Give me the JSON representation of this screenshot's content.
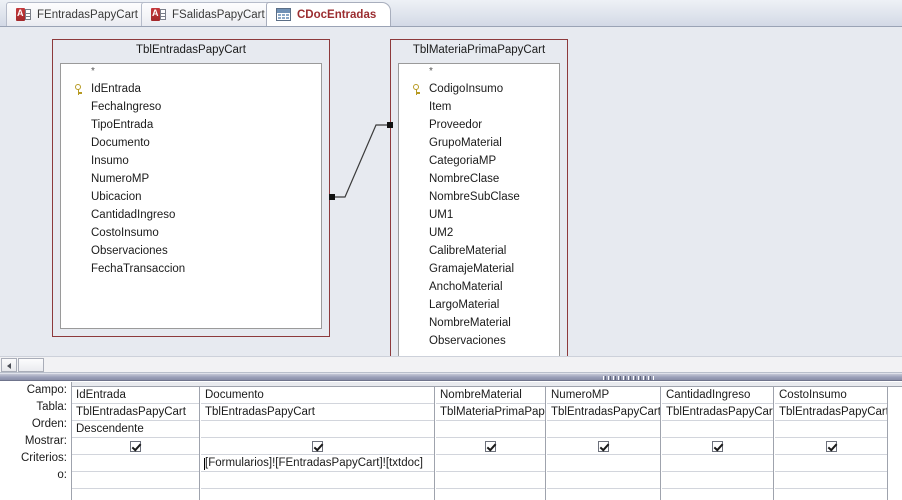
{
  "window": {
    "title": "CDocEntradas"
  },
  "tabs": [
    {
      "label": "FEntradasPapyCart",
      "icon": "access-form-icon",
      "active": false
    },
    {
      "label": "FSalidasPapyCart",
      "icon": "access-form-icon",
      "active": false
    },
    {
      "label": "CDocEntradas",
      "icon": "access-query-icon",
      "active": true
    }
  ],
  "design_pane": {
    "tables": [
      {
        "name": "TblEntradasPapyCart",
        "fields": [
          {
            "label": "*",
            "key": false,
            "star": true
          },
          {
            "label": "IdEntrada",
            "key": true,
            "star": false
          },
          {
            "label": "FechaIngreso",
            "key": false,
            "star": false
          },
          {
            "label": "TipoEntrada",
            "key": false,
            "star": false
          },
          {
            "label": "Documento",
            "key": false,
            "star": false
          },
          {
            "label": "Insumo",
            "key": false,
            "star": false
          },
          {
            "label": "NumeroMP",
            "key": false,
            "star": false
          },
          {
            "label": "Ubicacion",
            "key": false,
            "star": false
          },
          {
            "label": "CantidadIngreso",
            "key": false,
            "star": false
          },
          {
            "label": "CostoInsumo",
            "key": false,
            "star": false
          },
          {
            "label": "Observaciones",
            "key": false,
            "star": false
          },
          {
            "label": "FechaTransaccion",
            "key": false,
            "star": false
          }
        ]
      },
      {
        "name": "TblMateriaPrimaPapyCart",
        "fields": [
          {
            "label": "*",
            "key": false,
            "star": true
          },
          {
            "label": "CodigoInsumo",
            "key": true,
            "star": false
          },
          {
            "label": "Item",
            "key": false,
            "star": false
          },
          {
            "label": "Proveedor",
            "key": false,
            "star": false
          },
          {
            "label": "GrupoMaterial",
            "key": false,
            "star": false
          },
          {
            "label": "CategoriaMP",
            "key": false,
            "star": false
          },
          {
            "label": "NombreClase",
            "key": false,
            "star": false
          },
          {
            "label": "NombreSubClase",
            "key": false,
            "star": false
          },
          {
            "label": "UM1",
            "key": false,
            "star": false
          },
          {
            "label": "UM2",
            "key": false,
            "star": false
          },
          {
            "label": "CalibreMaterial",
            "key": false,
            "star": false
          },
          {
            "label": "GramajeMaterial",
            "key": false,
            "star": false
          },
          {
            "label": "AnchoMaterial",
            "key": false,
            "star": false
          },
          {
            "label": "LargoMaterial",
            "key": false,
            "star": false
          },
          {
            "label": "NombreMaterial",
            "key": false,
            "star": false
          },
          {
            "label": "Observaciones",
            "key": false,
            "star": false
          }
        ]
      }
    ],
    "relationship": {
      "from_table": "TblEntradasPapyCart",
      "to_table": "TblMateriaPrimaPapyCart",
      "from_field": "NumeroMP",
      "to_field": "CodigoInsumo"
    }
  },
  "query_grid": {
    "row_labels": [
      "Campo:",
      "Tabla:",
      "Orden:",
      "Mostrar:",
      "Criterios:",
      "o:"
    ],
    "columns": [
      {
        "campo": "IdEntrada",
        "tabla": "TblEntradasPapyCart",
        "orden": "Descendente",
        "mostrar": true,
        "criterios": "",
        "o": ""
      },
      {
        "campo": "Documento",
        "tabla": "TblEntradasPapyCart",
        "orden": "",
        "mostrar": true,
        "criterios": "[Formularios]![FEntradasPapyCart]![txtdoc]",
        "o": ""
      },
      {
        "campo": "NombreMaterial",
        "tabla": "TblMateriaPrimaPapyC",
        "orden": "",
        "mostrar": true,
        "criterios": "",
        "o": ""
      },
      {
        "campo": "NumeroMP",
        "tabla": "TblEntradasPapyCart",
        "orden": "",
        "mostrar": true,
        "criterios": "",
        "o": ""
      },
      {
        "campo": "CantidadIngreso",
        "tabla": "TblEntradasPapyCart",
        "orden": "",
        "mostrar": true,
        "criterios": "",
        "o": ""
      },
      {
        "campo": "CostoInsumo",
        "tabla": "TblEntradasPapyCart",
        "orden": "",
        "mostrar": true,
        "criterios": "",
        "o": ""
      }
    ]
  },
  "colors": {
    "tab_active_text": "#9b2d30",
    "table_border": "#8d3a3c",
    "design_background": "#e7eaf0",
    "key_icon": "#b79a23",
    "splitter": "#9a9fb8"
  }
}
